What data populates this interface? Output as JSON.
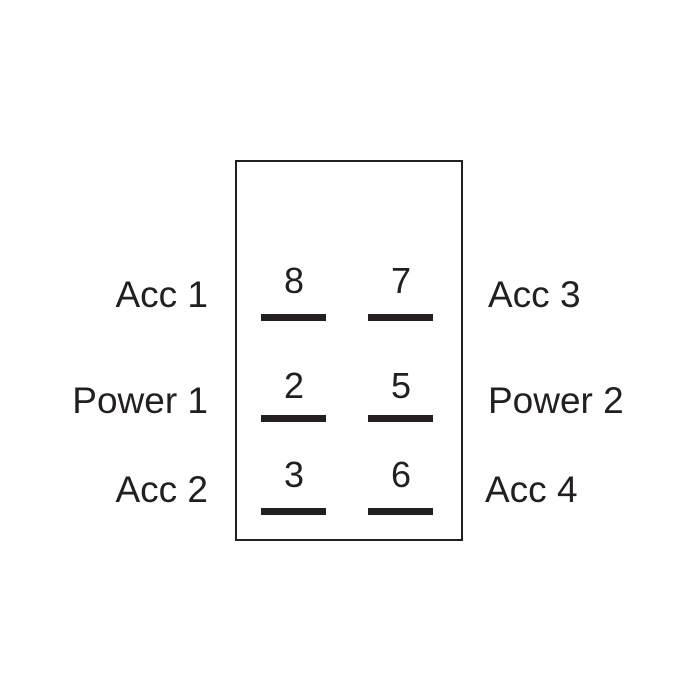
{
  "rows": [
    {
      "left_label": "Acc 1",
      "left_pin": "8",
      "right_pin": "7",
      "right_label": "Acc 3"
    },
    {
      "left_label": "Power 1",
      "left_pin": "2",
      "right_pin": "5",
      "right_label": "Power 2"
    },
    {
      "left_label": "Acc 2",
      "left_pin": "3",
      "right_pin": "6",
      "right_label": "Acc 4"
    }
  ]
}
